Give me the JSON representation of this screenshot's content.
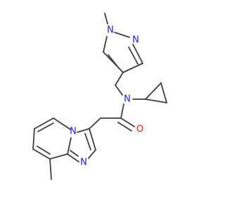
{
  "structure": {
    "atoms": {
      "n_pyrazole_methyl": "N",
      "n_pyrazole_ring": "N",
      "n_amide": "N",
      "o_carbonyl": "O",
      "n_bridgehead": "N",
      "n_imidazole": "N"
    },
    "colors": {
      "bond": "#3d3d3d",
      "nitrogen": "#2020d8",
      "oxygen": "#e02020"
    }
  }
}
